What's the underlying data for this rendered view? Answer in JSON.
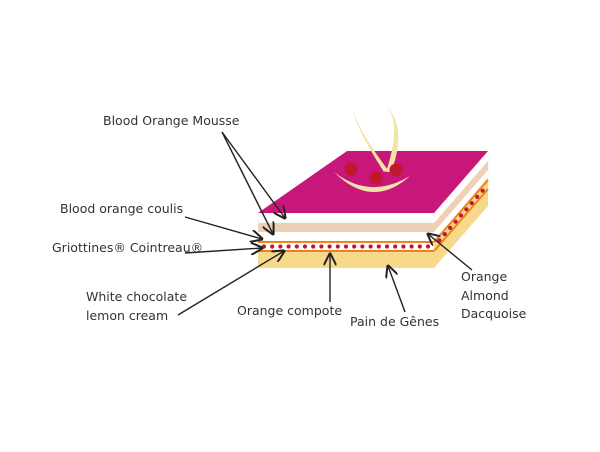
{
  "diagram": {
    "labels": {
      "blood_orange_mousse": "Blood Orange Mousse",
      "blood_orange_coulis": "Blood orange coulis",
      "griottines": "Griottines® Cointreau®",
      "white_choc_line1": "White chocolate",
      "white_choc_line2": "lemon cream",
      "orange_compote": "Orange compote",
      "pain_de_genes": "Pain de Gênes",
      "dacquoise_line1": "Orange",
      "dacquoise_line2": "Almond",
      "dacquoise_line3": "Dacquoise"
    },
    "colors": {
      "mousse_top": "#c8177a",
      "white_layer": "#ffffff",
      "coulis": "#efcfb5",
      "orange_line": "#f0821e",
      "griottine_red": "#c0172f",
      "pain_de_genes": "#f7d98b",
      "decoration": "#f2e3a6"
    }
  }
}
